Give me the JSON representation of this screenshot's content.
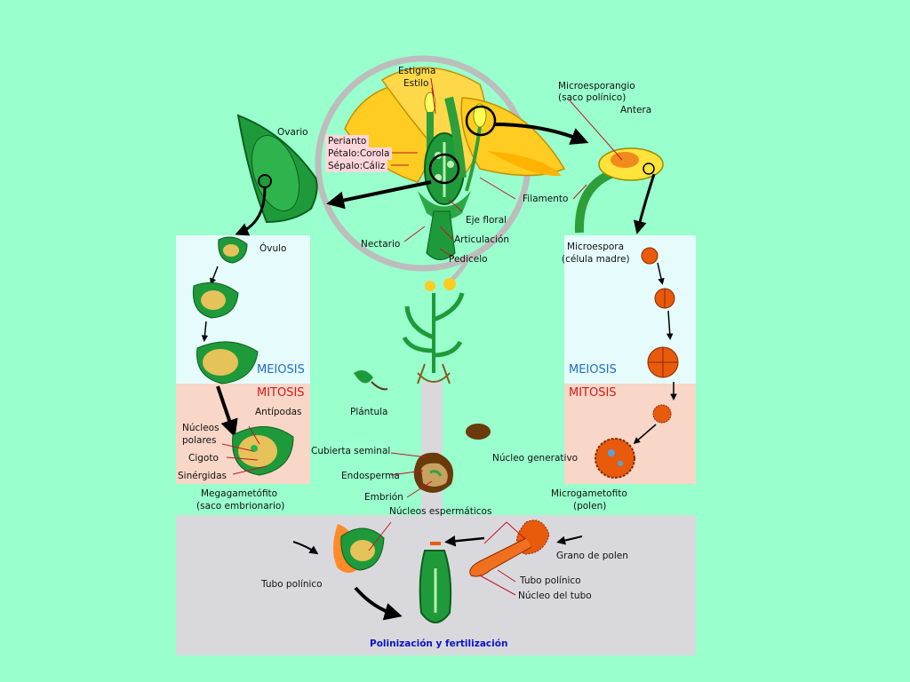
{
  "colors": {
    "background": "#99ffcc",
    "meiosis_panel": "#e6fbfb",
    "mitosis_panel": "#f8d6c8",
    "pollination_panel": "#d9d9dd",
    "plant_green": "#1f9a3a",
    "petal_yellow": "#ffcc22",
    "pollen_orange": "#e85a0c",
    "meiosis_text": "#1f6fbf",
    "mitosis_text": "#d11a1a",
    "caption_text": "#0a14c8"
  },
  "flower": {
    "stigma": "Estigma",
    "style": "Estilo",
    "perianth": "Perianto",
    "petal": "Pétalo:Corola",
    "sepal": "Sépalo:Cáliz",
    "ovary": "Ovario",
    "filament": "Filamento",
    "floral_axis": "Eje floral",
    "articulation": "Articulación",
    "nectary": "Nectario",
    "pedicel": "Pedicelo"
  },
  "male": {
    "microsporangium": "Microesporangio",
    "microsporangium_note": "(saco polínico)",
    "anther": "Antera",
    "microspore": "Microespora",
    "microspore_note": "(célula madre)",
    "meiosis": "MEIOSIS",
    "mitosis": "MITOSIS",
    "generative_nucleus": "Núcleo generativo",
    "microgametophyte": "Microgametofito",
    "microgametophyte_note": "(polen)",
    "pollen_grain": "Grano de polen",
    "pollen_tube": "Tubo polínico",
    "tube_nucleus": "Núcleo del tubo"
  },
  "female": {
    "ovule": "Óvulo",
    "meiosis": "MEIOSIS",
    "mitosis": "MITOSIS",
    "antipodals": "Antípodas",
    "polar_nuclei_1": "Núcleos",
    "polar_nuclei_2": "polares",
    "zygote": "Cigoto",
    "synergids": "Sinérgidas",
    "megagametophyte": "Megagametófito",
    "megagametophyte_note": "(saco embrionario)"
  },
  "center": {
    "seedling": "Plántula",
    "seed_coat": "Cubierta seminal",
    "endosperm": "Endosperma",
    "embryo": "Embrión"
  },
  "pollination": {
    "sperm_nuclei": "Núcleos espermáticos",
    "pollen_tube": "Tubo polínico",
    "caption": "Polinización y fertilización"
  }
}
